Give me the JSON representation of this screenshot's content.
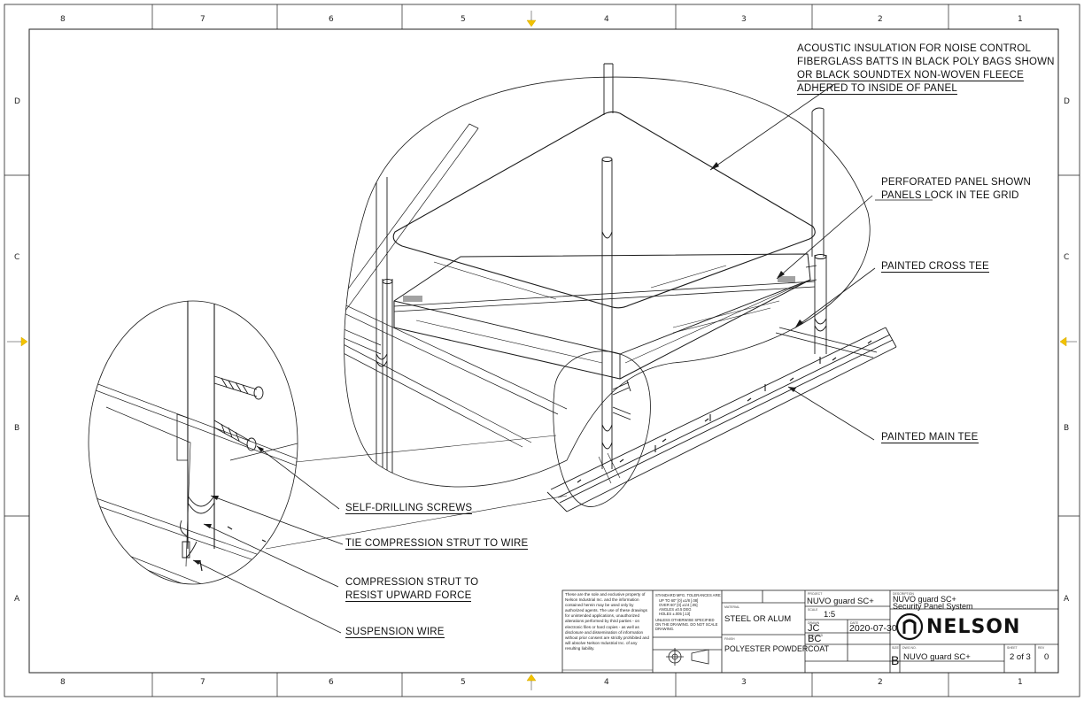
{
  "border": {
    "columns": [
      "8",
      "7",
      "6",
      "5",
      "4",
      "3",
      "2",
      "1"
    ],
    "rows": [
      "D",
      "C",
      "B",
      "A"
    ]
  },
  "callouts": {
    "acoustic": {
      "lines": [
        "ACOUSTIC INSULATION FOR NOISE CONTROL",
        "FIBERGLASS BATTS IN BLACK POLY BAGS SHOWN",
        "OR BLACK SOUNDTEX NON-WOVEN FLEECE",
        "ADHERED TO INSIDE OF PANEL"
      ]
    },
    "perforated": {
      "lines": [
        "PERFORATED PANEL SHOWN",
        "PANELS LOCK IN TEE GRID"
      ]
    },
    "cross_tee": "PAINTED CROSS TEE",
    "main_tee": "PAINTED MAIN TEE",
    "screws": "SELF-DRILLING SCREWS",
    "tie_strut": "TIE COMPRESSION STRUT TO WIRE",
    "compression": {
      "lines": [
        "COMPRESSION STRUT TO",
        "RESIST UPWARD FORCE"
      ]
    },
    "suspension": "SUSPENSION WIRE"
  },
  "title_block": {
    "notice": "These are the sole and exclusive property of Nelson Industrial Inc. and the information contained herein may be used only by authorized agents. The use of these drawings for unintended applications, unauthorized alterations performed by third parties - on electronic files or hard copies - as well as disclosure and dissemination of information without prior consent are strictly prohibited and will absolve Nelson Industrial Inc. of any resulting liability.",
    "tolerances": {
      "heading": "STANDARD MFG. TOLERANCES ARE:",
      "lines": [
        "UP TO 60\" [0]   ±1/8 [.08]",
        "OVER 60\" [0]   ±1/4 [.05]",
        "ANGLES   ±0.5 DEG",
        "HOLES    ±.005 [.13]"
      ],
      "note": "UNLESS OTHERWISE SPECIFIED ON THE DRAWING. DO NOT SCALE DRAWING."
    },
    "material_label": "MATERIAL",
    "material": "STEEL OR ALUM",
    "finish_label": "FINISH",
    "finish": "POLYESTER POWDERCOAT",
    "project_label": "PROJECT",
    "project": "NUVO guard  SC+",
    "scale_label": "SCALE",
    "scale": "1:5",
    "drawn_label": "DRAWN",
    "drawn": "JC",
    "date_label": "DATE",
    "date": "2020-07-30",
    "checked_label": "CHECKED",
    "checked": "BC",
    "description_label": "DESCRIPTION",
    "description_lines": [
      "NUVO guard SC+",
      "Security Panel System"
    ],
    "logo": "NELSON",
    "size_label": "SIZE",
    "size": "B",
    "dwg_label": "DWG NO.",
    "dwg_no": "NUVO guard  SC+",
    "sheet_label": "SHEET",
    "sheet": "2 of 3",
    "rev_label": "REV",
    "rev": "0"
  },
  "colors": {
    "line": "#1a1a1a",
    "marker": "#f2c200"
  }
}
